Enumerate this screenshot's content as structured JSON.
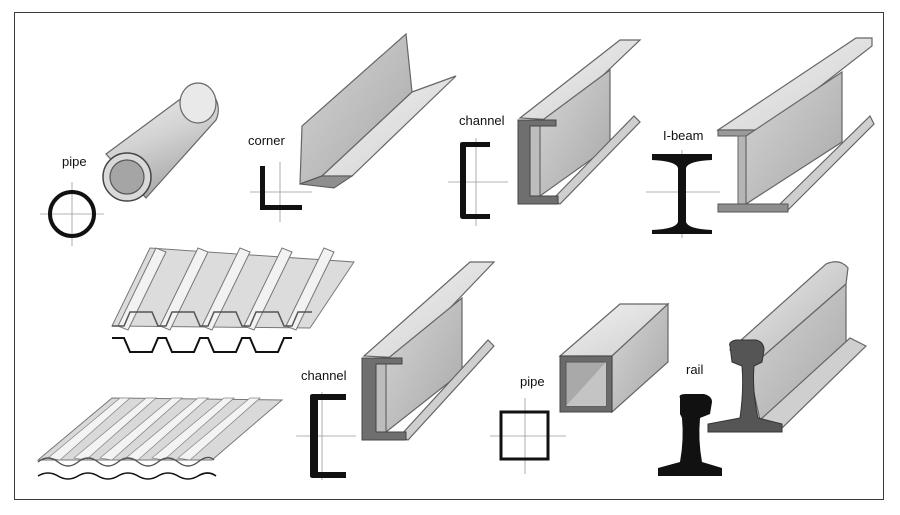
{
  "labels": {
    "pipe_round": "pipe",
    "corner": "corner",
    "channel_top": "channel",
    "ibeam": "I-beam",
    "channel_bottom": "channel",
    "pipe_square": "pipe",
    "rail": "rail"
  },
  "colors": {
    "metal_light": "#e6e6e6",
    "metal_mid": "#c6c6c6",
    "metal_dark": "#9a9a9a",
    "edge": "#555555",
    "section": "#111111",
    "axis": "#9a9a9a"
  }
}
